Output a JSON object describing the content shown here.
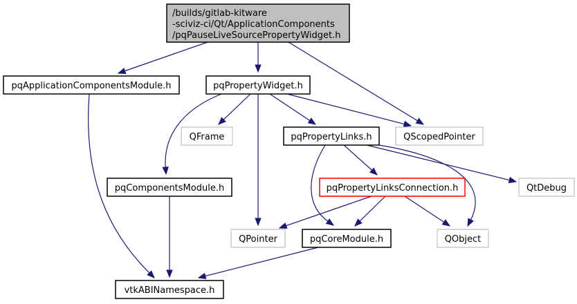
{
  "diagram": {
    "type": "include-dependency-graph",
    "colors": {
      "edge": "#191970",
      "root_fill": "#bfbfbf",
      "root_border": "#000000",
      "documented_border": "#000000",
      "undocumented_border": "#bfbfbf",
      "highlight_border": "#ff0000",
      "node_fill": "#ffffff"
    },
    "nodes": [
      {
        "id": "root",
        "kind": "root",
        "lines": [
          "/builds/gitlab-kitware",
          "-sciviz-ci/Qt/ApplicationComponents",
          "/pqPauseLiveSourcePropertyWidget.h"
        ]
      },
      {
        "id": "appcomp",
        "kind": "documented",
        "lines": [
          "pqApplicationComponentsModule.h"
        ]
      },
      {
        "id": "propwidget",
        "kind": "documented",
        "lines": [
          "pqPropertyWidget.h"
        ]
      },
      {
        "id": "qframe",
        "kind": "external",
        "lines": [
          "QFrame"
        ]
      },
      {
        "id": "proplinks",
        "kind": "documented",
        "lines": [
          "pqPropertyLinks.h"
        ]
      },
      {
        "id": "qscoped",
        "kind": "external",
        "lines": [
          "QScopedPointer"
        ]
      },
      {
        "id": "compmodule",
        "kind": "documented",
        "lines": [
          "pqComponentsModule.h"
        ]
      },
      {
        "id": "plconn",
        "kind": "highlight",
        "lines": [
          "pqPropertyLinksConnection.h"
        ]
      },
      {
        "id": "qtdebug",
        "kind": "external",
        "lines": [
          "QtDebug"
        ]
      },
      {
        "id": "qpointer",
        "kind": "external",
        "lines": [
          "QPointer"
        ]
      },
      {
        "id": "coremodule",
        "kind": "documented",
        "lines": [
          "pqCoreModule.h"
        ]
      },
      {
        "id": "qobject",
        "kind": "external",
        "lines": [
          "QObject"
        ]
      },
      {
        "id": "vtkabi",
        "kind": "documented",
        "lines": [
          "vtkABINamespace.h"
        ]
      }
    ],
    "edges": [
      {
        "from": "root",
        "to": "appcomp"
      },
      {
        "from": "root",
        "to": "propwidget"
      },
      {
        "from": "root",
        "to": "qscoped"
      },
      {
        "from": "appcomp",
        "to": "vtkabi"
      },
      {
        "from": "propwidget",
        "to": "compmodule"
      },
      {
        "from": "propwidget",
        "to": "qframe"
      },
      {
        "from": "propwidget",
        "to": "qpointer"
      },
      {
        "from": "propwidget",
        "to": "proplinks"
      },
      {
        "from": "propwidget",
        "to": "qscoped"
      },
      {
        "from": "proplinks",
        "to": "coremodule"
      },
      {
        "from": "proplinks",
        "to": "plconn"
      },
      {
        "from": "proplinks",
        "to": "qtdebug"
      },
      {
        "from": "proplinks",
        "to": "qobject"
      },
      {
        "from": "compmodule",
        "to": "vtkabi"
      },
      {
        "from": "plconn",
        "to": "qpointer"
      },
      {
        "from": "plconn",
        "to": "coremodule"
      },
      {
        "from": "plconn",
        "to": "qobject"
      },
      {
        "from": "coremodule",
        "to": "vtkabi"
      }
    ]
  }
}
